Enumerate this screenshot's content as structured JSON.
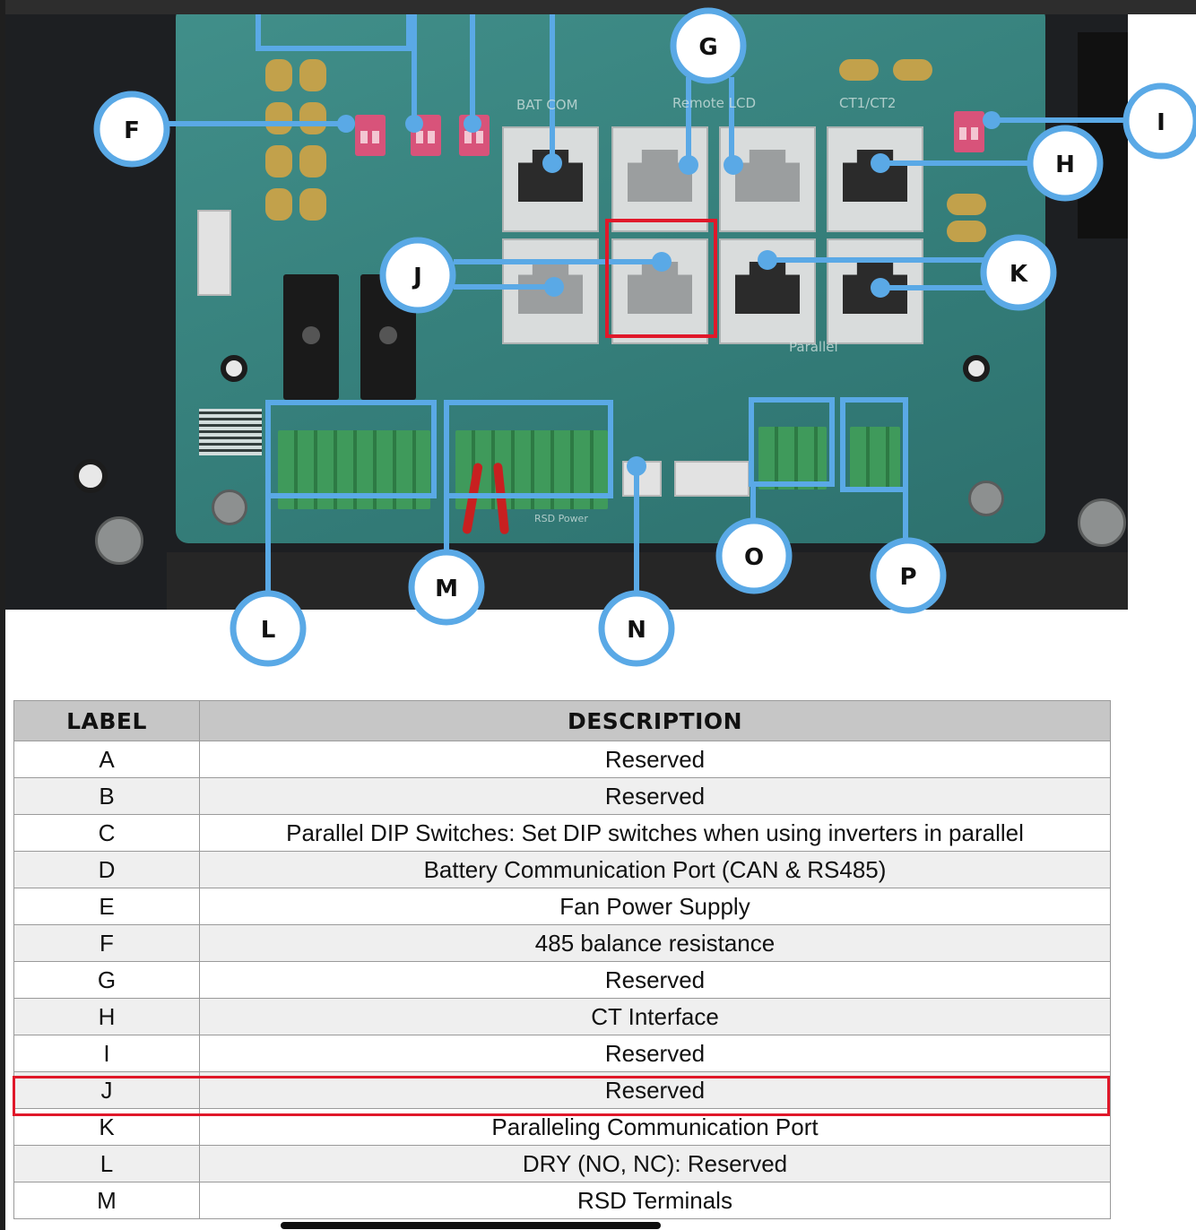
{
  "photo": {
    "silkscreen": [
      "BAT COM",
      "Remote LCD",
      "CT1/CT2",
      "Parallel",
      "RSD Power"
    ]
  },
  "callouts": [
    {
      "id": "f",
      "label": "F"
    },
    {
      "id": "g",
      "label": "G"
    },
    {
      "id": "i",
      "label": "I"
    },
    {
      "id": "h",
      "label": "H"
    },
    {
      "id": "j",
      "label": "J"
    },
    {
      "id": "k",
      "label": "K"
    },
    {
      "id": "l",
      "label": "L"
    },
    {
      "id": "m",
      "label": "M"
    },
    {
      "id": "n",
      "label": "N"
    },
    {
      "id": "o",
      "label": "O"
    },
    {
      "id": "p",
      "label": "P"
    }
  ],
  "table": {
    "headers": {
      "label": "LABEL",
      "description": "DESCRIPTION"
    },
    "rows": [
      {
        "label": "A",
        "description": "Reserved"
      },
      {
        "label": "B",
        "description": "Reserved"
      },
      {
        "label": "C",
        "description": "Parallel DIP Switches: Set DIP switches when using inverters in parallel"
      },
      {
        "label": "D",
        "description": "Battery Communication Port (CAN & RS485)"
      },
      {
        "label": "E",
        "description": "Fan Power Supply"
      },
      {
        "label": "F",
        "description": "485 balance resistance"
      },
      {
        "label": "G",
        "description": "Reserved"
      },
      {
        "label": "H",
        "description": "CT Interface"
      },
      {
        "label": "I",
        "description": "Reserved"
      },
      {
        "label": "J",
        "description": "Reserved"
      },
      {
        "label": "K",
        "description": "Paralleling Communication Port"
      },
      {
        "label": "L",
        "description": "DRY (NO, NC): Reserved"
      },
      {
        "label": "M",
        "description": "RSD Terminals"
      }
    ],
    "highlighted_row": "J"
  },
  "colors": {
    "callout_blue": "#5aa9e6",
    "highlight_red": "#e0182a",
    "header_gray": "#c6c6c6"
  }
}
